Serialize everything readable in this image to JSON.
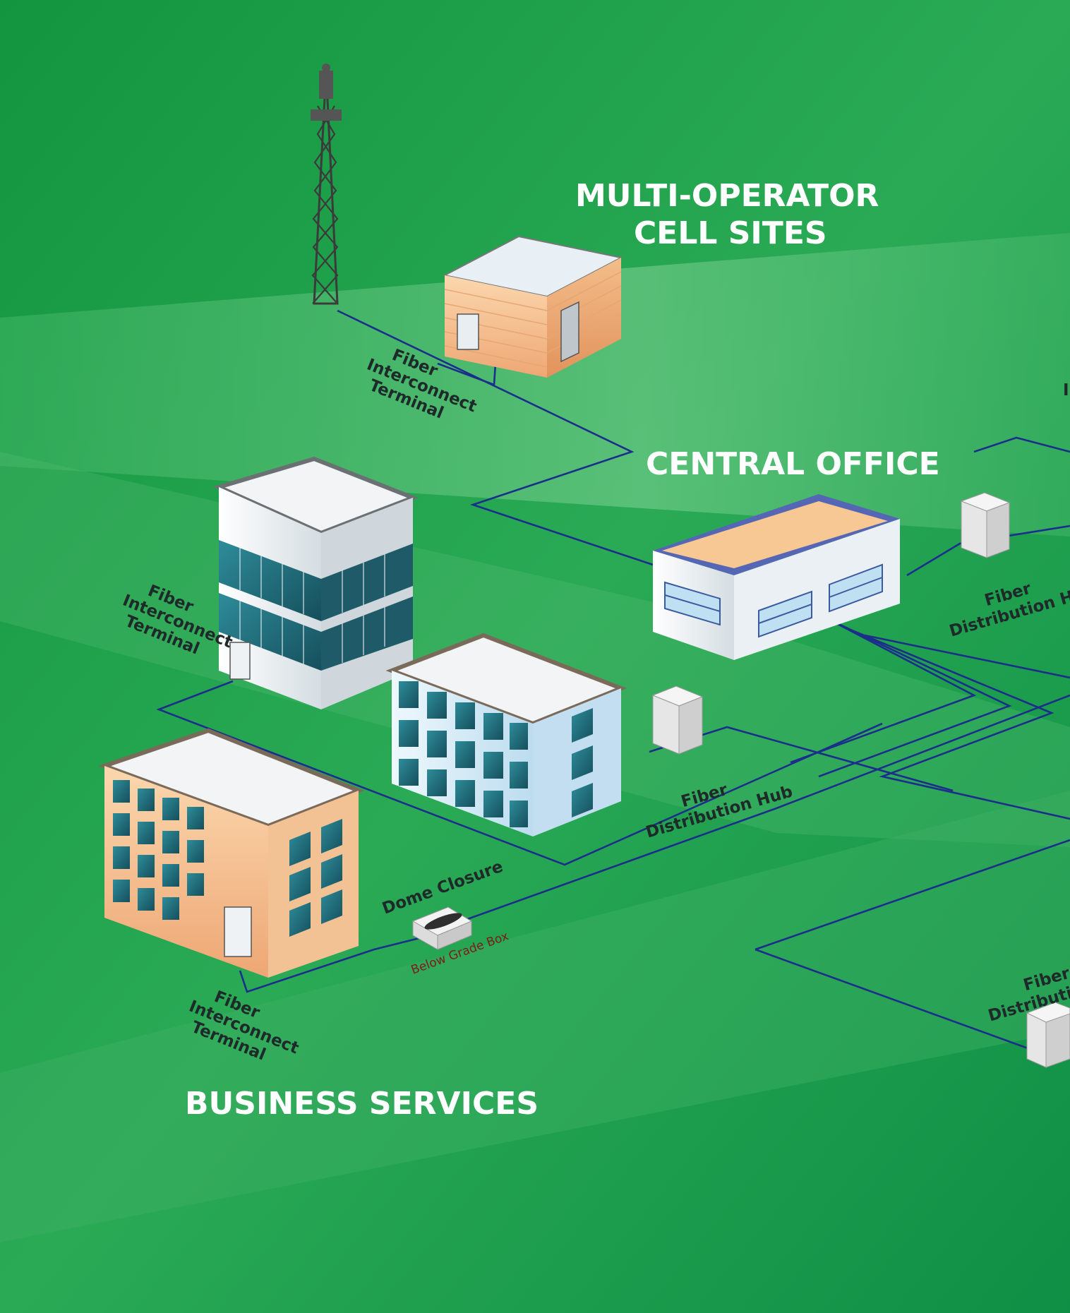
{
  "headings": {
    "cell_sites_line1": "MULTI-OPERATOR",
    "cell_sites_line2": "CELL SITES",
    "central_office": "CENTRAL OFFICE",
    "business_services": "BUSINESS SERVICES"
  },
  "labels": {
    "fit_top": [
      "Fiber",
      "Interconnect",
      "Terminal"
    ],
    "fit_middle": [
      "Fiber",
      "Interconnect",
      "Terminal"
    ],
    "fit_bottom": [
      "Fiber",
      "Interconnect",
      "Terminal"
    ],
    "fdh_right": [
      "Fiber",
      "Distribution Hub"
    ],
    "fdh_middle": [
      "Fiber",
      "Distribution Hub"
    ],
    "fdh_bottom_right": [
      "Fiber",
      "Distribution H"
    ],
    "dome_closure": "Dome Closure",
    "below_grade_box": "Below Grade Box",
    "cutoff_letter": "I"
  },
  "colors": {
    "background": "#0f9a48",
    "band_light": "#5cc279",
    "fiber_line": "#1b2f8a",
    "heading_text": "#ffffff",
    "building_tan": "#f5c89b",
    "building_blue": "#cfe8f6",
    "window_glass": "#1f6b7a"
  }
}
